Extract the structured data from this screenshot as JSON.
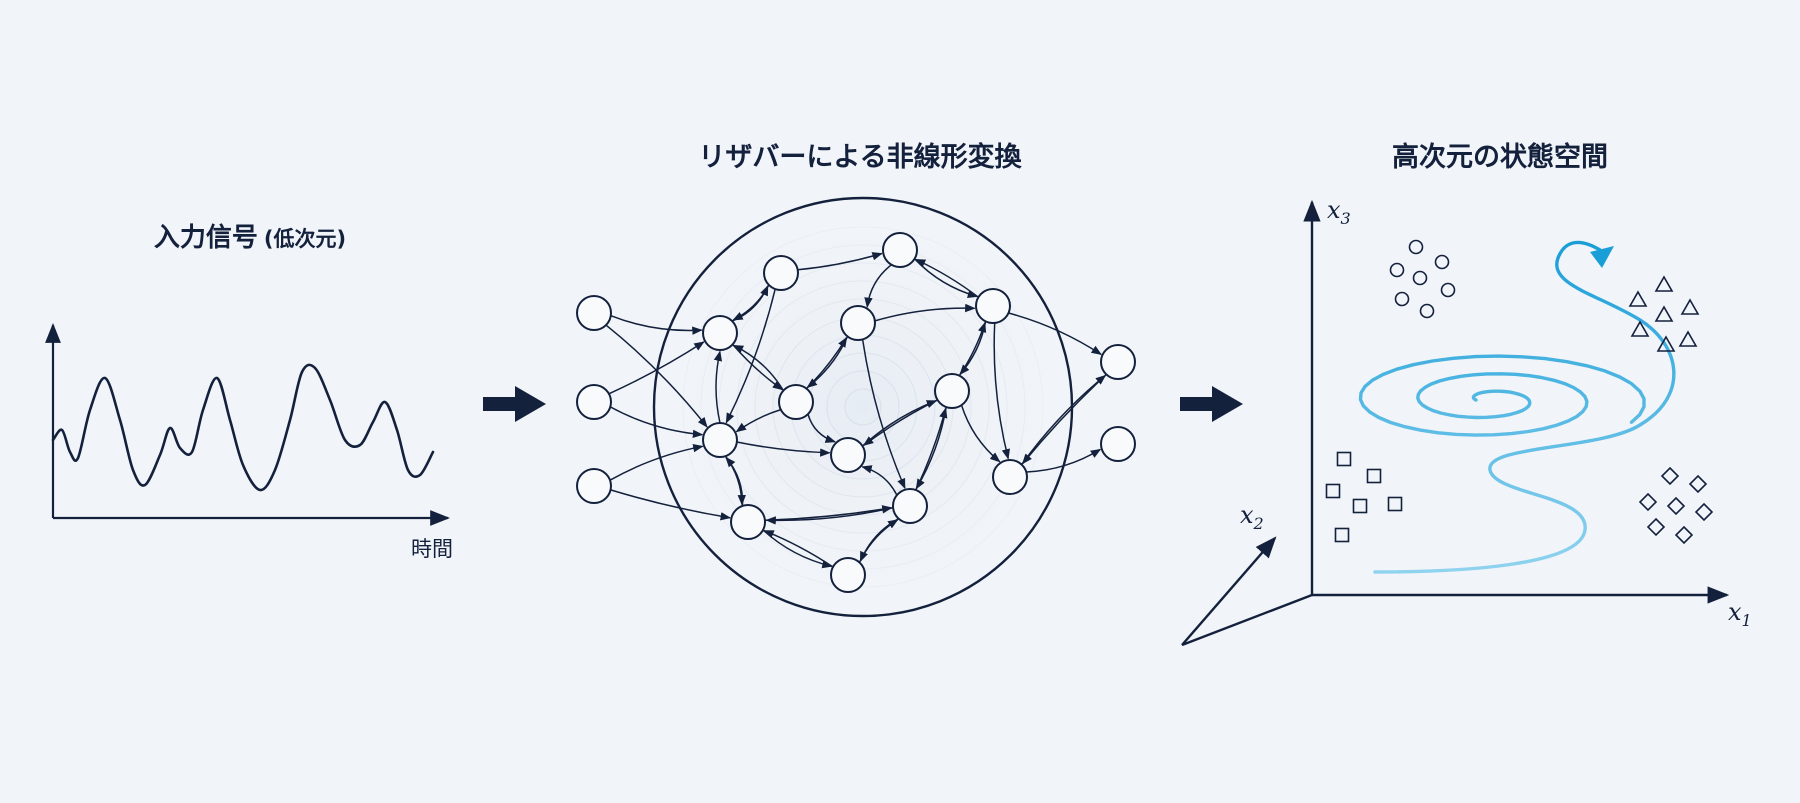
{
  "panels": {
    "input": {
      "title": "入力信号",
      "subtitle": "(低次元)",
      "xlabel": "時間"
    },
    "reservoir": {
      "title": "リザバーによる非線形変換"
    },
    "state_space": {
      "title": "高次元の状態空間",
      "axes": [
        "x",
        "x",
        "x"
      ],
      "axis_subscripts": [
        "1",
        "2",
        "3"
      ]
    }
  },
  "colors": {
    "ink": "#14213d",
    "background": "#f1f4f8",
    "trajectory_light": "#8fd3ef",
    "trajectory_dark": "#1a9ed8"
  },
  "icons": {
    "flow_arrow": "right-arrow-icon",
    "clusters": [
      "circle-marker",
      "triangle-marker",
      "square-marker",
      "diamond-marker"
    ]
  }
}
